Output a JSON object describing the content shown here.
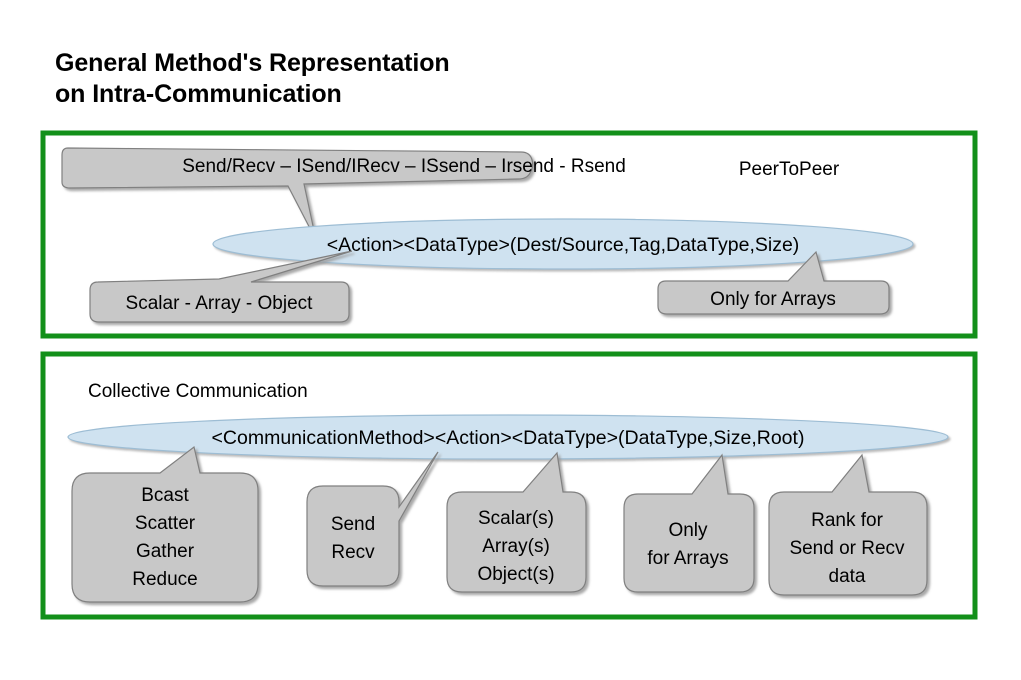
{
  "title": "General Method's Representation\non Intra-Communication",
  "colors": {
    "frame_border": "#13901a",
    "callout_fill": "#c8c8c8",
    "callout_stroke": "#808080",
    "ellipse_fill": "#cfe2f0",
    "ellipse_stroke": "#9dbdd4",
    "text": "#000000",
    "background": "#ffffff"
  },
  "sections": [
    {
      "id": "peer-to-peer",
      "label": "PeerToPeer",
      "top_bar": "Send/Recv – ISend/IRecv – ISsend – Irsend - Rsend",
      "signature": "<Action><DataType>(Dest/Source,Tag,DataType,Size)",
      "callouts": [
        {
          "id": "scalar-array-object",
          "lines": [
            "Scalar - Array - Object"
          ]
        },
        {
          "id": "only-for-arrays",
          "lines": [
            "Only for Arrays"
          ]
        }
      ]
    },
    {
      "id": "collective-communication",
      "label": "Collective Communication",
      "signature": "<CommunicationMethod><Action><DataType>(DataType,Size,Root)",
      "callouts": [
        {
          "id": "methods",
          "lines": [
            "Bcast",
            "Scatter",
            "Gather",
            "Reduce"
          ]
        },
        {
          "id": "actions",
          "lines": [
            "Send",
            "Recv"
          ]
        },
        {
          "id": "datatypes",
          "lines": [
            "Scalar(s)",
            "Array(s)",
            "Object(s)"
          ]
        },
        {
          "id": "size-note",
          "lines": [
            "Only",
            "for Arrays"
          ]
        },
        {
          "id": "root-note",
          "lines": [
            "Rank for",
            "Send or Recv",
            "data"
          ]
        }
      ]
    }
  ]
}
